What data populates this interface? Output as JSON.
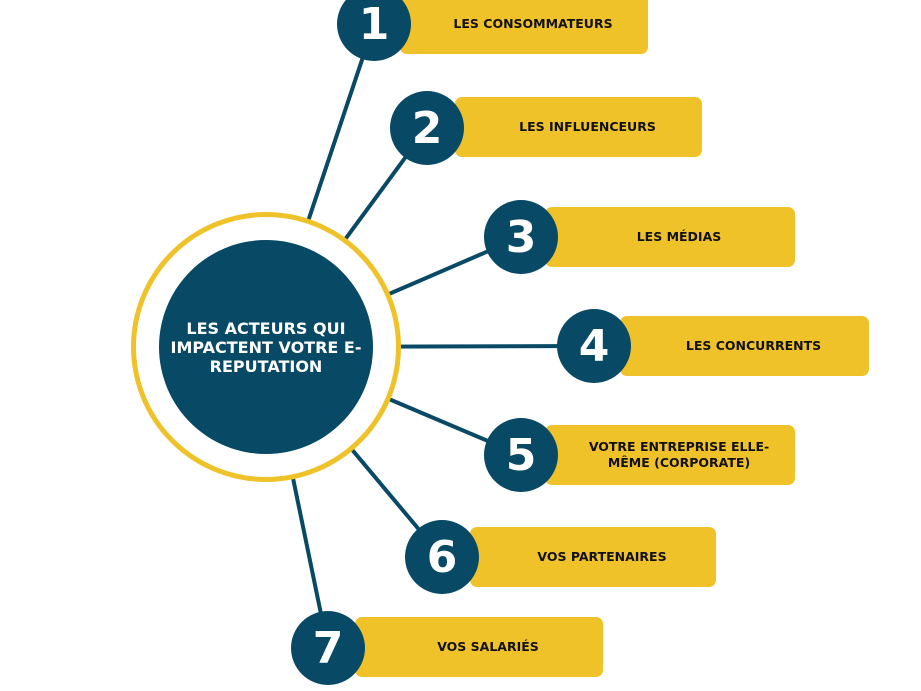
{
  "title": "LES ACTEURS QUI IMPACTENT VOTRE E-REPUTATION",
  "colors": {
    "navy": "#084a66",
    "yellow": "#f0c22a"
  },
  "items": [
    {
      "number": "1",
      "label": "LES CONSOMMATEURS"
    },
    {
      "number": "2",
      "label": "LES INFLUENCEURS"
    },
    {
      "number": "3",
      "label": "LES MÉDIAS"
    },
    {
      "number": "4",
      "label": "LES CONCURRENTS"
    },
    {
      "number": "5",
      "label": "VOTRE ENTREPRISE ELLE-MÊME (CORPORATE)"
    },
    {
      "number": "6",
      "label": "VOS PARTENAIRES"
    },
    {
      "number": "7",
      "label": "VOS SALARIÉS"
    }
  ]
}
